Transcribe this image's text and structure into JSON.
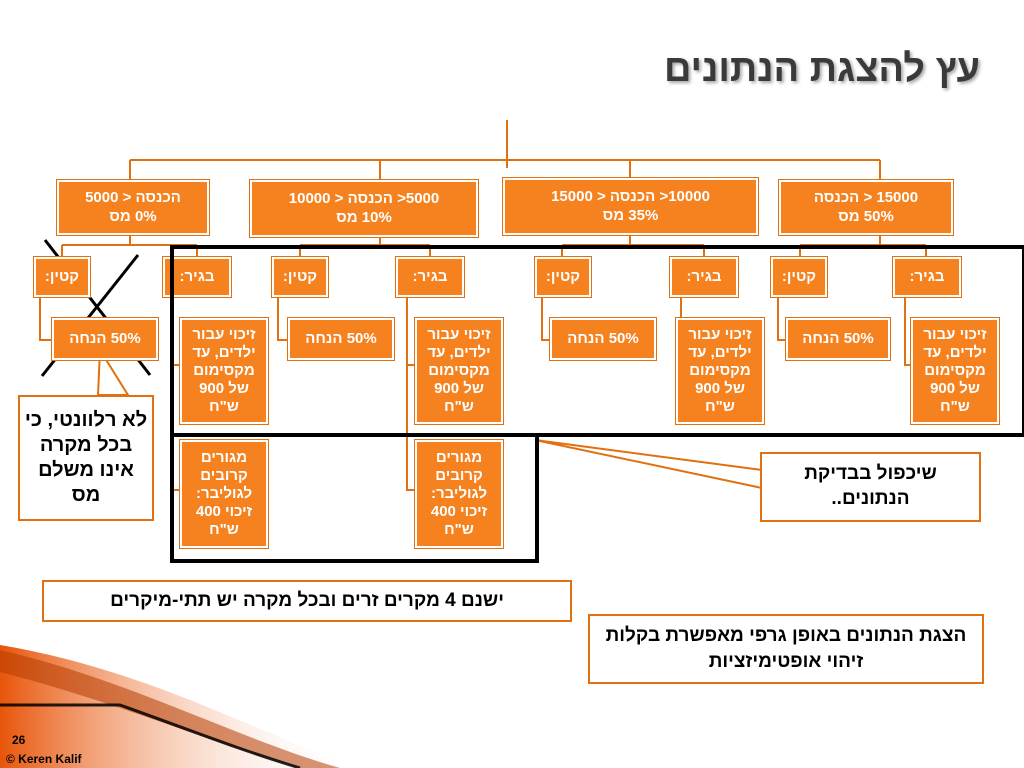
{
  "title": "עץ להצגת הנתונים",
  "top_nodes": [
    {
      "line1": "הכנסה < 5000",
      "line2": "0% מס"
    },
    {
      "line1": "5000< הכנסה < 10000",
      "line2": "10% מס"
    },
    {
      "line1": "10000< הכנסה < 15000",
      "line2": "35% מס"
    },
    {
      "line1": "15000 < הכנסה",
      "line2": "50% מס"
    }
  ],
  "category_labels": {
    "minor": "קטין:",
    "adult": "בגיר:"
  },
  "leaves": {
    "discount": "50% הנחה",
    "child_credit": "זיכוי עבור ילדים, עד מקסימום של 900 ש\"ח",
    "gulliver_credit": "מגורים קרובים לגוליבר: זיכוי 400 ש\"ח"
  },
  "notes": {
    "irrelevant": "לא רלוונטי, כי בכל מקרה אינו משלם מס",
    "duplication": "שיכפול בבדיקת הנתונים..",
    "four_cases": "ישנם 4 מקרים זרים ובכל מקרה יש תתי-מיקרים",
    "graphic": "הצגת הנתונים באופן גרפי מאפשרת בקלות זיהוי אופטימיזציות"
  },
  "footer": {
    "page_number": "26",
    "copyright": "© Keren Kalif"
  },
  "colors": {
    "accent": "#f5821f",
    "line": "#e07010",
    "outline": "#000000"
  }
}
